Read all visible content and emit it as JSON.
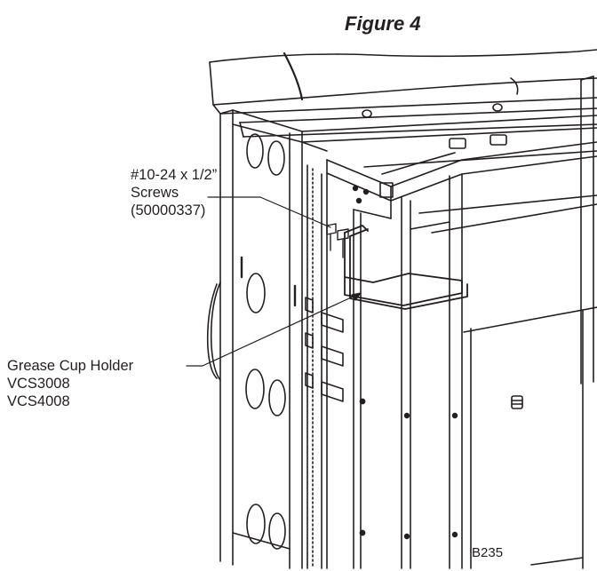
{
  "figure": {
    "title": "Figure 4",
    "code": "B235"
  },
  "callouts": {
    "screws": {
      "line1": "#10-24 x 1/2”",
      "line2": "Screws",
      "line3": "(50000337)"
    },
    "holder": {
      "line1": "Grease Cup Holder",
      "line2": "VCS3008",
      "line3": "VCS4008"
    }
  },
  "colors": {
    "line": "#231f20",
    "fill": "#ffffff"
  }
}
